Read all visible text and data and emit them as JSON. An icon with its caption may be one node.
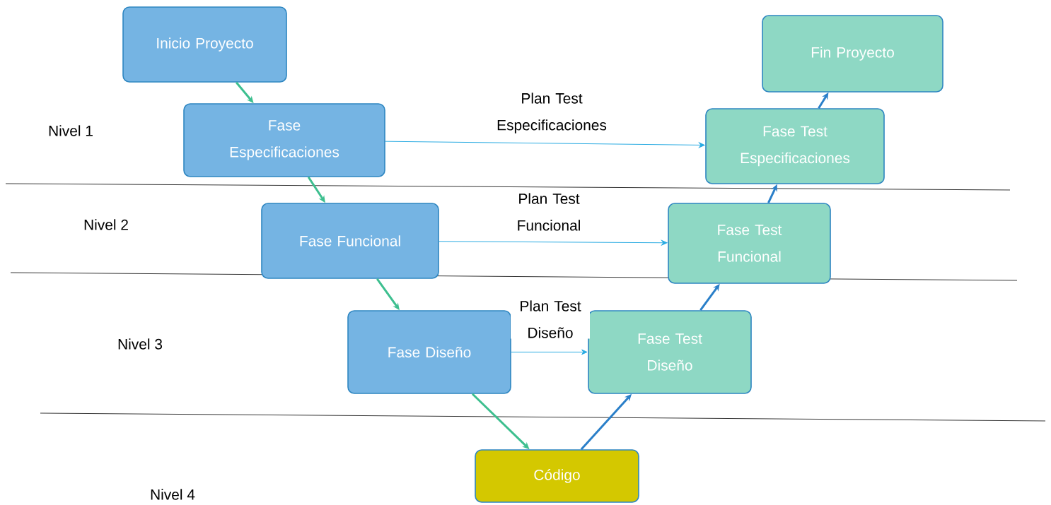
{
  "diagram": {
    "nodes": [
      {
        "text": [
          "Inicio Proyecto"
        ]
      },
      {
        "text": [
          "Fase Especificaciones"
        ]
      },
      {
        "text": [
          "Fase Funcional"
        ]
      },
      {
        "text": [
          "Fase Diseño"
        ]
      },
      {
        "text": [
          "Código"
        ]
      },
      {
        "text": [
          "Fase Test Diseño"
        ]
      },
      {
        "text": [
          "Fase Test Funcional"
        ]
      },
      {
        "text": [
          "Fase Test Especificaciones"
        ]
      },
      {
        "text": [
          "Fin Proyecto"
        ]
      }
    ],
    "edges": [
      {
        "from": 0,
        "to": 1,
        "arrow": "to",
        "color": "#3dbf8f"
      },
      {
        "from": 1,
        "to": 2,
        "arrow": "to",
        "color": "#3dbf8f"
      },
      {
        "from": 2,
        "to": 3,
        "arrow": "to",
        "color": "#3dbf8f"
      },
      {
        "from": 3,
        "to": 4,
        "arrow": "to",
        "color": "#3dbf8f"
      },
      {
        "from": 4,
        "to": 5,
        "arrow": "to",
        "color": "#2a7fc9"
      },
      {
        "from": 5,
        "to": 6,
        "arrow": "to",
        "color": "#2a7fc9"
      },
      {
        "from": 6,
        "to": 7,
        "arrow": "to",
        "color": "#2a7fc9"
      },
      {
        "from": 7,
        "to": 8,
        "arrow": "to",
        "color": "#2a7fc9"
      },
      {
        "from": 1,
        "to": 7,
        "arrow": "to",
        "label": "Plan Test Especificaciones",
        "color": "#29abe2"
      },
      {
        "from": 2,
        "to": 6,
        "arrow": "to",
        "label": "Plan Test Funcional",
        "color": "#29abe2"
      },
      {
        "from": 3,
        "to": 5,
        "arrow": "to",
        "label": "Plan Test Diseño",
        "color": "#29abe2"
      }
    ],
    "labels": [
      "Nivel 1",
      "Nivel 2",
      "Nivel 3",
      "Nivel 4"
    ]
  }
}
